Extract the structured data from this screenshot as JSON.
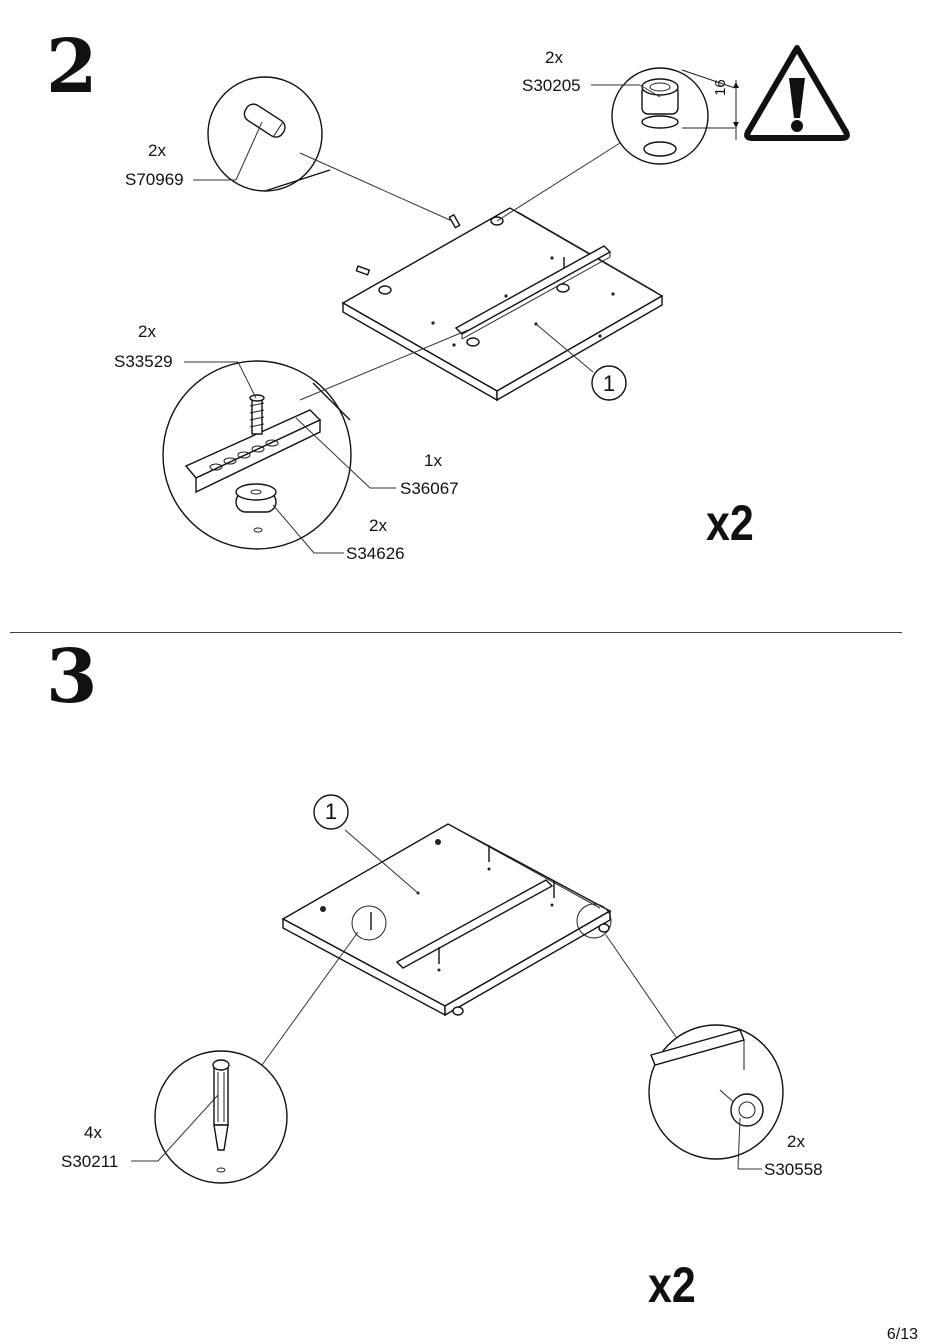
{
  "steps": [
    {
      "number": "2",
      "multiplier": "x2",
      "panel_ref": "1",
      "parts": [
        {
          "code": "S70969",
          "qty": "2x"
        },
        {
          "code": "S30205",
          "qty": "2x"
        },
        {
          "code": "S33529",
          "qty": "2x"
        },
        {
          "code": "S36067",
          "qty": "1x"
        },
        {
          "code": "S34626",
          "qty": "2x"
        }
      ],
      "dimension": "16",
      "warning_icon": "warning-triangle-icon"
    },
    {
      "number": "3",
      "multiplier": "x2",
      "panel_ref": "1",
      "parts": [
        {
          "code": "S30211",
          "qty": "4x"
        },
        {
          "code": "S30558",
          "qty": "2x"
        }
      ]
    }
  ],
  "page": "6/13"
}
